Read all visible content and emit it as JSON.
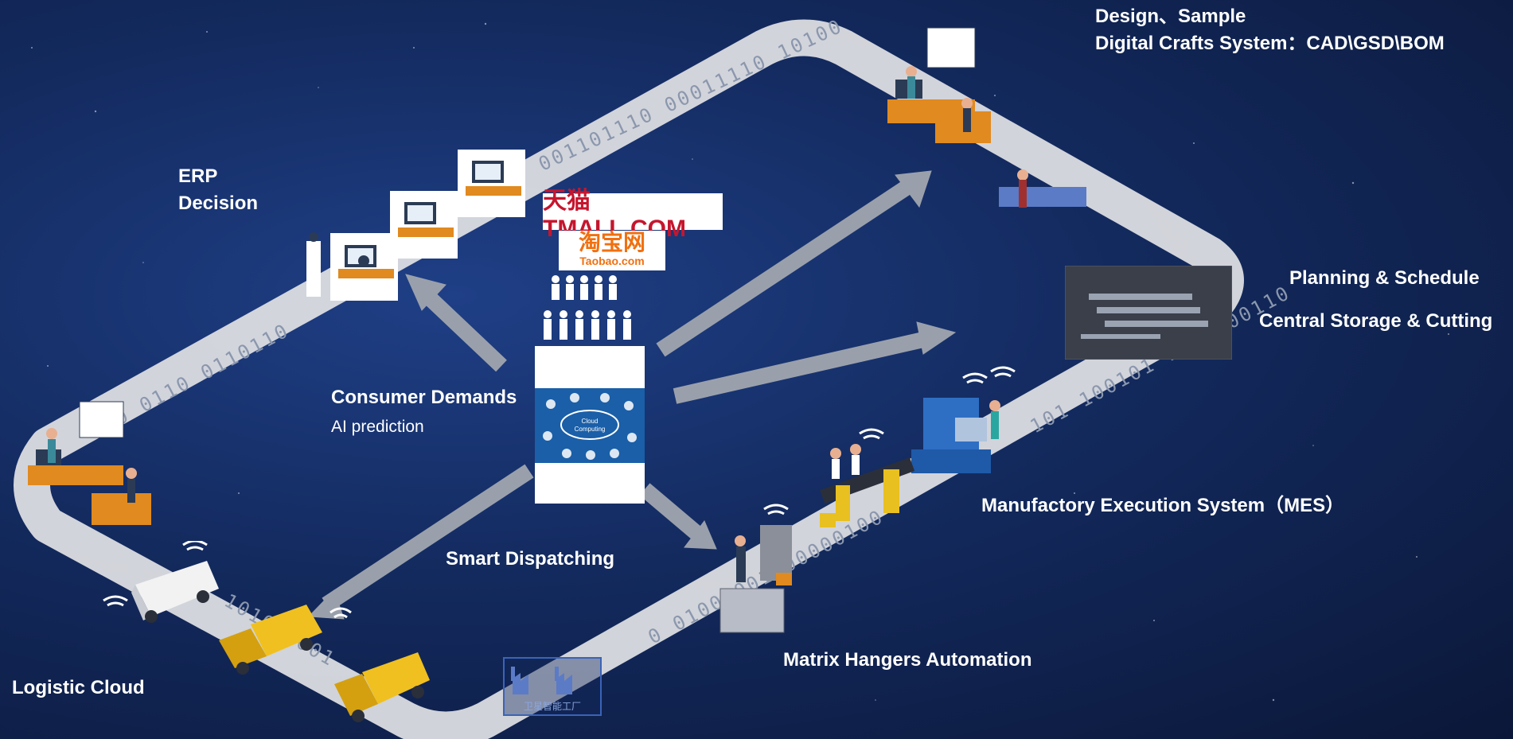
{
  "labels": {
    "design": "Design、Sample",
    "digital_crafts": "Digital Crafts System：CAD\\GSD\\BOM",
    "erp": "ERP",
    "decision": "Decision",
    "planning": "Planning & Schedule",
    "central_storage": "Central Storage & Cutting",
    "consumer_demands": "Consumer Demands",
    "ai_prediction": "AI prediction",
    "mes": "Manufactory Execution System（MES）",
    "smart_dispatching": "Smart Dispatching",
    "matrix_hangers": "Matrix Hangers Automation",
    "logistic_cloud": "Logistic Cloud"
  },
  "logos": {
    "tmall": "天猫TMALL.COM",
    "taobao_cn": "淘宝网",
    "taobao_en": "Taobao.com",
    "cloud": "Cloud Computing",
    "factory": "卫星智能工厂"
  },
  "binary_strings": {
    "top": "0 001101110 00011110 10100",
    "right": "101 100101 1000100110",
    "left": "0 0110 0110110",
    "bottom": "0 0100 001 00000100",
    "bottom2": "101010001"
  },
  "colors": {
    "background": "#132a5e",
    "track": "#dcdde2",
    "arrow": "#9aa0ab",
    "text": "#ffffff"
  }
}
